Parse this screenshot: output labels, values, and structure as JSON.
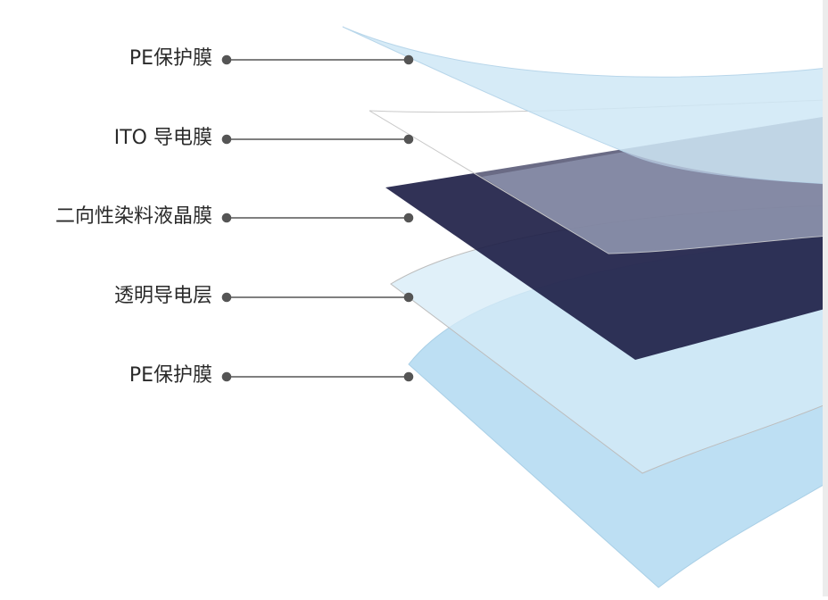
{
  "layers": [
    {
      "id": "pe-top",
      "label": "PE保护膜",
      "fill": "#cde6f5"
    },
    {
      "id": "ito",
      "label": "ITO 导电膜",
      "fill": "#ffffff"
    },
    {
      "id": "lc",
      "label": "二向性染料液晶膜",
      "fill": "#1f2148"
    },
    {
      "id": "tc",
      "label": "透明导电层",
      "fill": "#ffffff"
    },
    {
      "id": "pe-bottom",
      "label": "PE保护膜",
      "fill": "#b7dcf1"
    }
  ],
  "colors": {
    "leader_line": "#555555",
    "leader_dot": "#555555",
    "film_outline": "#c8c8c8"
  }
}
